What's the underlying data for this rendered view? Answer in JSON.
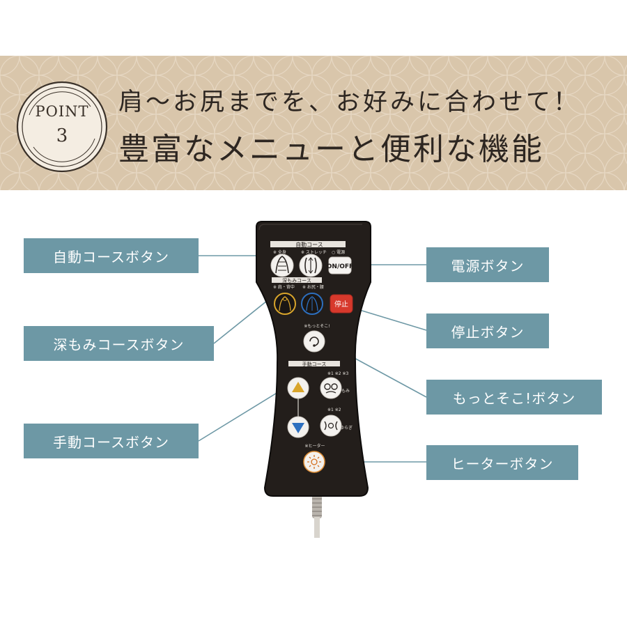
{
  "banner": {
    "badge_word": "POINT",
    "badge_number": "3",
    "line1": "肩〜お尻までを、お好みに合わせて！",
    "line2": "豊富なメニューと便利な機能"
  },
  "labels": {
    "auto_course": "自動コースボタン",
    "deep_course": "深もみコースボタン",
    "manual_course": "手動コースボタン",
    "power": "電源ボタン",
    "stop": "停止ボタン",
    "more_there": "もっとそこ!ボタン",
    "heater": "ヒーターボタン"
  },
  "remote": {
    "section_auto": "自動コース",
    "auto_whole": "※ 全身",
    "auto_stretch": "※ ストレッチ",
    "power_small": "○ 電源",
    "power_button": "ON/OFF",
    "section_deep": "深もみコース",
    "deep_shoulder": "※ 肩・背中",
    "deep_hip": "※ お尻・腰",
    "stop_button": "停止",
    "more_small": "※もっとそこ!",
    "section_manual": "手動コース",
    "manual_levels_top": "※1 ※2 ※3",
    "momi": "もみ",
    "manual_levels_bottom": "※1 ※2",
    "yuragi": "ゆらぎ",
    "heater_small": "※ヒーター"
  },
  "colors": {
    "banner_bg": "#d9c6ab",
    "label_bg": "#6d98a5",
    "remote_body": "#231e1b",
    "stop_red": "#d7392c",
    "arrow_gold": "#d9a52b",
    "arrow_blue": "#2d6fbf"
  }
}
